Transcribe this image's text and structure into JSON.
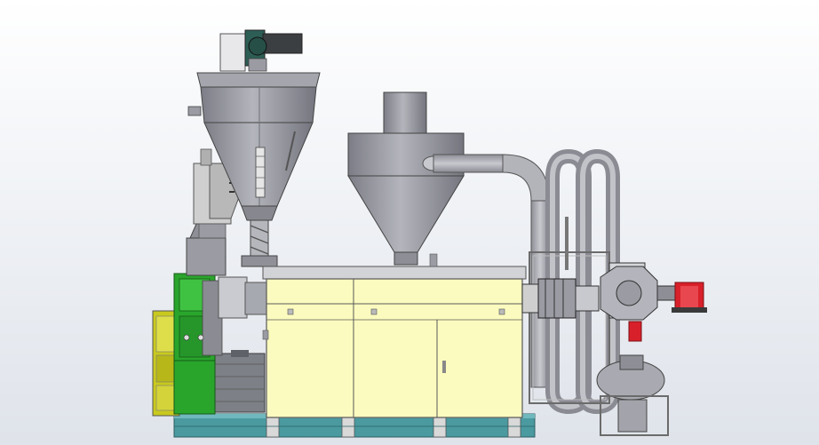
{
  "viewport": {
    "background": "light-gray-gradient"
  },
  "colors": {
    "hopper_steel": "#9a9ba3",
    "hopper_dark": "#6f7079",
    "barrel_housing": "#fbfbbf",
    "housing_outline": "#585858",
    "base_frame": "#4a9aa0",
    "gear_green": "#2aa52c",
    "motor_yellow": "#c9c91e",
    "motor_gray": "#7d8087",
    "blower_red": "#d8202a",
    "duct_gray": "#a9aab1"
  },
  "components": {
    "feed_hopper": {
      "icon": "conical-hopper-icon"
    },
    "hopper_drive": {
      "icon": "gear-motor-icon"
    },
    "side_feeder": {
      "icon": "side-feeder-icon"
    },
    "feed_screw": {
      "icon": "screw-conveyor-icon"
    },
    "cyclone_separator": {
      "icon": "cyclone-icon"
    },
    "extruder_housing": {
      "icon": "housing-icon",
      "panel_count": 3
    },
    "gearbox": {
      "icon": "gearbox-icon"
    },
    "main_motor": {
      "icon": "motor-icon"
    },
    "coiled_duct": {
      "icon": "coiled-pipe-icon",
      "loops": 2
    },
    "die_head": {
      "icon": "die-head-icon"
    },
    "pelletizer_blower": {
      "icon": "blower-icon"
    },
    "base_frame": {
      "icon": "frame-icon"
    }
  }
}
